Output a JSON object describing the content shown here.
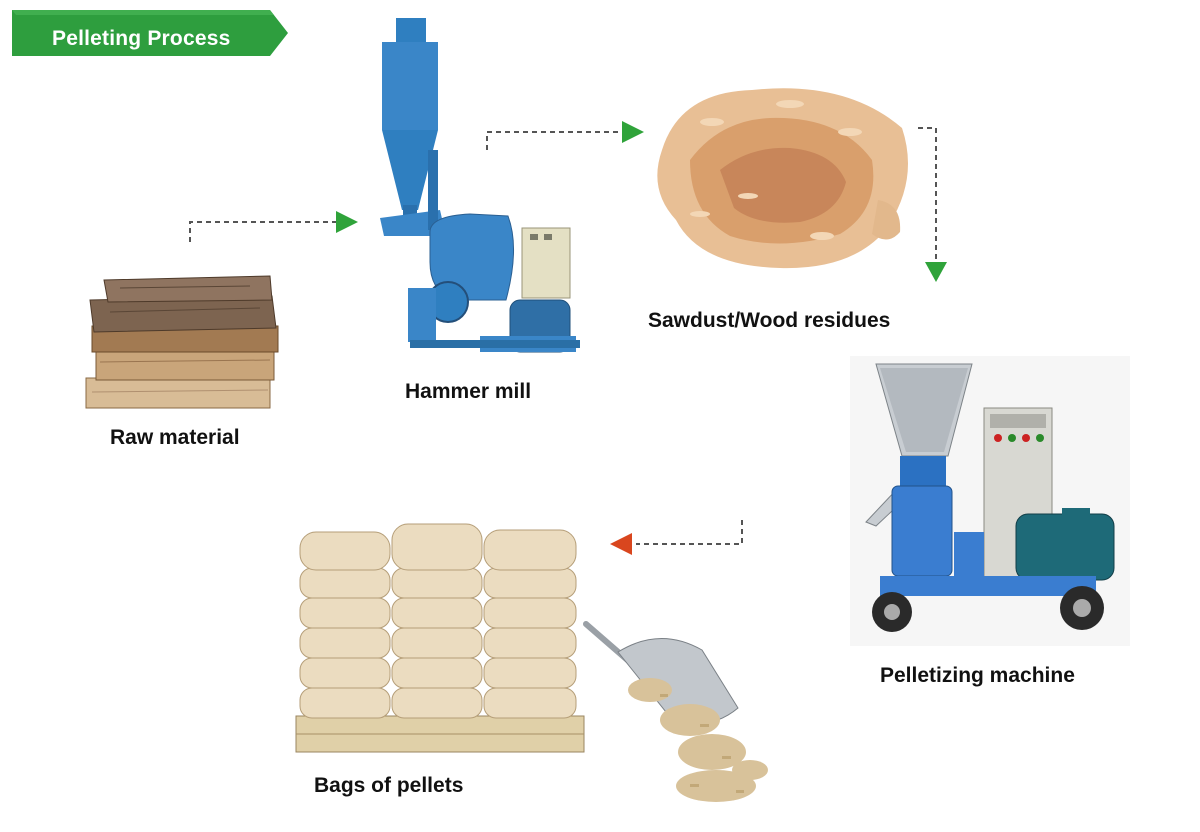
{
  "banner": {
    "title": "Pelleting Process",
    "color": "#2e9e3e"
  },
  "steps": [
    {
      "id": "raw-material",
      "label": "Raw material",
      "icon": "wood-logs-icon"
    },
    {
      "id": "hammer-mill",
      "label": "Hammer mill",
      "icon": "hammer-mill-icon"
    },
    {
      "id": "sawdust",
      "label": "Sawdust/Wood residues",
      "icon": "sawdust-pile-icon"
    },
    {
      "id": "pelletizing-machine",
      "label": "Pelletizing machine",
      "icon": "pellet-machine-icon"
    },
    {
      "id": "bags-of-pellets",
      "label": "Bags of pellets",
      "icon": "pellet-bags-icon"
    }
  ],
  "colors": {
    "arrow_green": "#2fa33a",
    "arrow_red": "#d9461e",
    "machine_blue": "#3a86c8",
    "wood": "#b98a5e",
    "sack": "#e6d2b0"
  }
}
